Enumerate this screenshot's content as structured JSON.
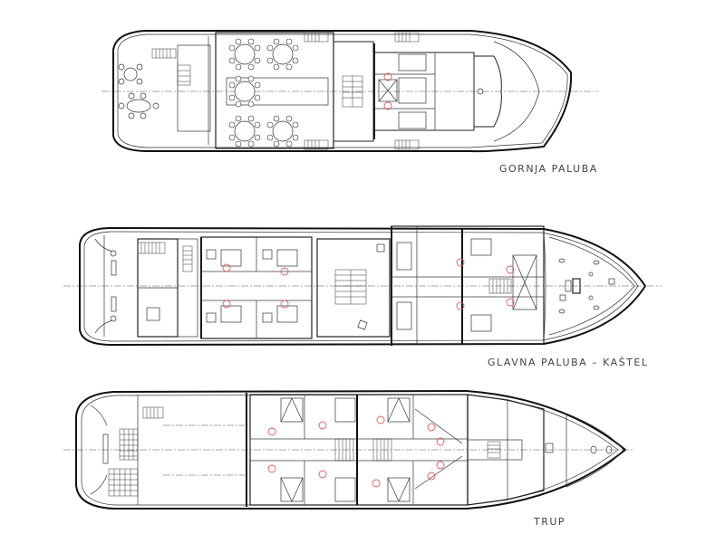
{
  "drawing": {
    "type": "ship deck plans",
    "decks": [
      {
        "id": "upper",
        "title": "GORNJA PALUBA"
      },
      {
        "id": "main",
        "title": "GLAVNA PALUBA – KAŠTEL"
      },
      {
        "id": "hull",
        "title": "TRUP"
      }
    ],
    "colors": {
      "linework": "#222222",
      "cabin_markers": "#e35a5a",
      "background": "#ffffff",
      "title_text": "#444444"
    },
    "cabin_markers": {
      "upper": 2,
      "main": 8,
      "hull": 10
    }
  }
}
